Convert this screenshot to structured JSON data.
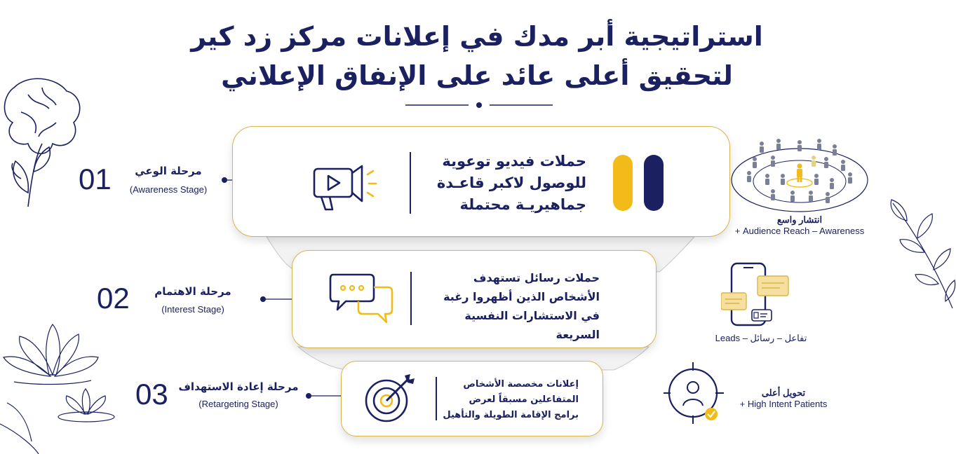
{
  "title": {
    "line1": "استراتيجية أبر مدك في إعلانات مركز زد كير",
    "line2": "لتحقيق أعلى عائد على الإنفاق الإعلاني"
  },
  "stages": [
    {
      "number": "01",
      "name_ar": "مرحلة الوعي",
      "name_en": "(Awareness Stage)",
      "text_lines": [
        "حملات فيديو توعوية",
        "للوصول لاكبر قاعـدة",
        "جماهيريـة محتملة"
      ]
    },
    {
      "number": "02",
      "name_ar": "مرحلة الاهتمام",
      "name_en": "(Interest Stage)",
      "text_lines": [
        "حملات رسائل تستهدف",
        "الأشخاص الذين أظهروا رغبة",
        "في الاستشارات النفسية السريعة"
      ]
    },
    {
      "number": "03",
      "name_ar": "مرحلة إعادة الاستهداف",
      "name_en": "(Retargeting Stage)",
      "text_lines": [
        "إعلانات مخصصة الأشخاص",
        "المتفاعلين مسبقاً لعرض",
        "برامج الإقامة الطويلة والتأهيل"
      ]
    }
  ],
  "outcomes": [
    {
      "ar": "انتشار واسع",
      "en": "Audience Reach – Awareness +"
    },
    {
      "ar": "",
      "en": "Leads – تفاعل – رسائل"
    },
    {
      "ar": "تحويل أعلى",
      "en": "High Intent Patients +"
    }
  ],
  "colors": {
    "navy": "#1b2160",
    "gold": "#f2bb1a",
    "border_gold": "#d6b64a"
  },
  "icons": [
    "megaphone-video-icon",
    "chat-bubbles-icon",
    "target-arrow-icon",
    "crowd-icon",
    "phone-messages-icon",
    "person-target-icon"
  ]
}
